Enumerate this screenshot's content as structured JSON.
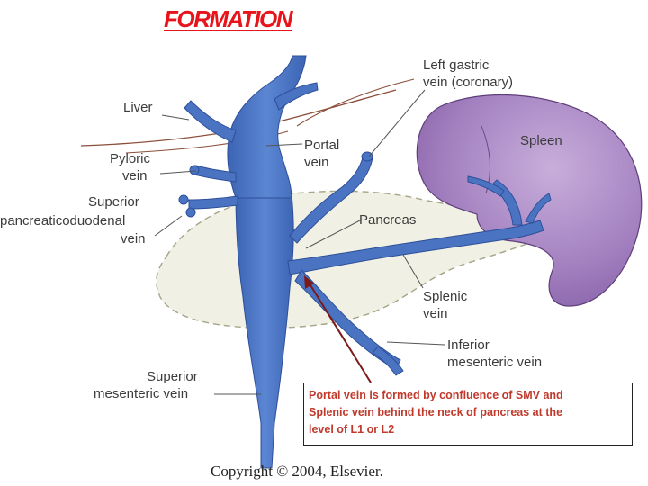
{
  "title": "FORMATION",
  "labels": {
    "liver": "Liver",
    "left_gastric_line1": "Left gastric",
    "left_gastric_line2": "vein (coronary)",
    "spleen": "Spleen",
    "pyloric_line1": "Pyloric",
    "pyloric_line2": "vein",
    "portal_line1": "Portal",
    "portal_line2": "vein",
    "sup_pd_line1": "Superior",
    "sup_pd_line2": "pancreaticoduodenal",
    "sup_pd_line3": "vein",
    "pancreas": "Pancreas",
    "splenic_line1": "Splenic",
    "splenic_line2": "vein",
    "imv_line1": "Inferior",
    "imv_line2": "mesenteric vein",
    "smv_line1": "Superior",
    "smv_line2": "mesenteric vein"
  },
  "note": {
    "line1": "Portal vein is formed by confluence of SMV and",
    "line2": "Splenic  vein behind the neck of pancreas  at the",
    "line3": "level of L1 or L2"
  },
  "copyright": "Copyright © 2004, Elsevier.",
  "colors": {
    "title": "#e8141b",
    "vein": "#4a74c2",
    "spleen": "#9a72b6",
    "pancreas": "#f1f0e4",
    "arrow": "#7b1a1a",
    "note_text": "#c0392b"
  }
}
